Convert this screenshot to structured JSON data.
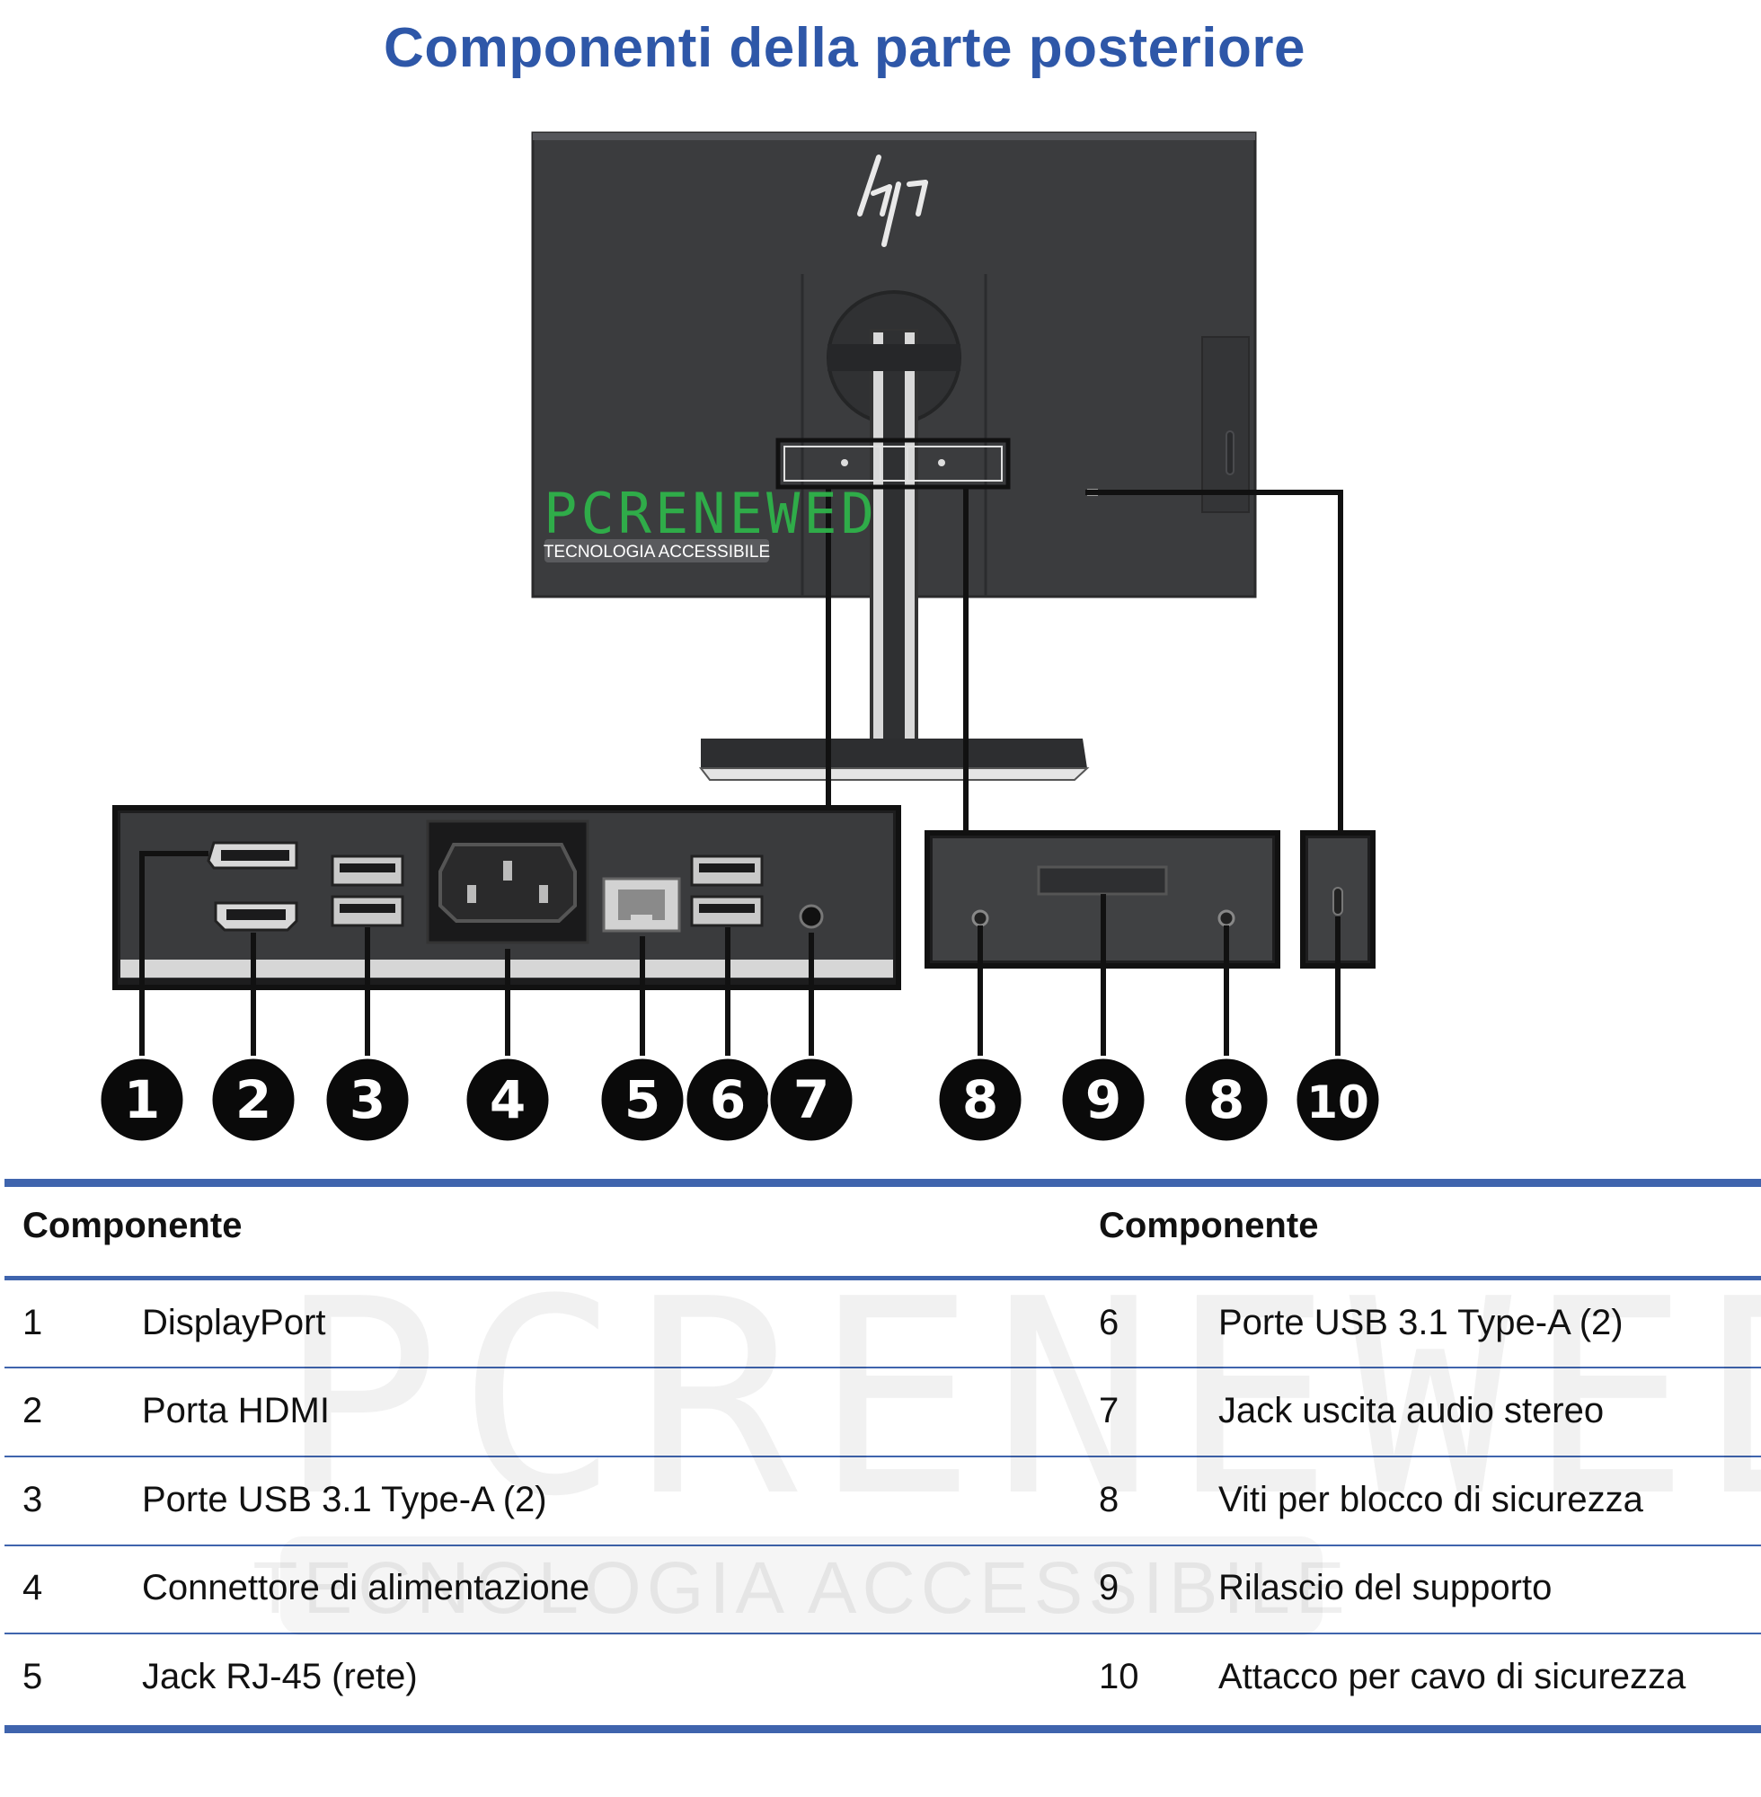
{
  "title": "Componenti della parte posteriore",
  "watermark": {
    "brand": "PCRENEWED",
    "tagline": "TECNOLOGIA ACCESSIBILE"
  },
  "logo": {
    "text": "hp"
  },
  "callouts": [
    "1",
    "2",
    "3",
    "4",
    "5",
    "6",
    "7",
    "8",
    "9",
    "8",
    "10"
  ],
  "table": {
    "header_left": "Componente",
    "header_right": "Componente",
    "rows_left": [
      {
        "n": "1",
        "label": "DisplayPort"
      },
      {
        "n": "2",
        "label": "Porta HDMI"
      },
      {
        "n": "3",
        "label": "Porte USB 3.1 Type-A (2)"
      },
      {
        "n": "4",
        "label": "Connettore di alimentazione"
      },
      {
        "n": "5",
        "label": "Jack RJ-45 (rete)"
      }
    ],
    "rows_right": [
      {
        "n": "6",
        "label": "Porte USB 3.1 Type-A (2)"
      },
      {
        "n": "7",
        "label": "Jack uscita audio stereo"
      },
      {
        "n": "8",
        "label": "Viti per blocco di sicurezza"
      },
      {
        "n": "9",
        "label": "Rilascio del supporto"
      },
      {
        "n": "10",
        "label": "Attacco per cavo di sicurezza"
      }
    ]
  },
  "colors": {
    "title_blue": "#2e57a8",
    "rule_blue": "#3f64ad",
    "monitor": "#3b3c3e",
    "watermark_green": "#2fb34a"
  }
}
